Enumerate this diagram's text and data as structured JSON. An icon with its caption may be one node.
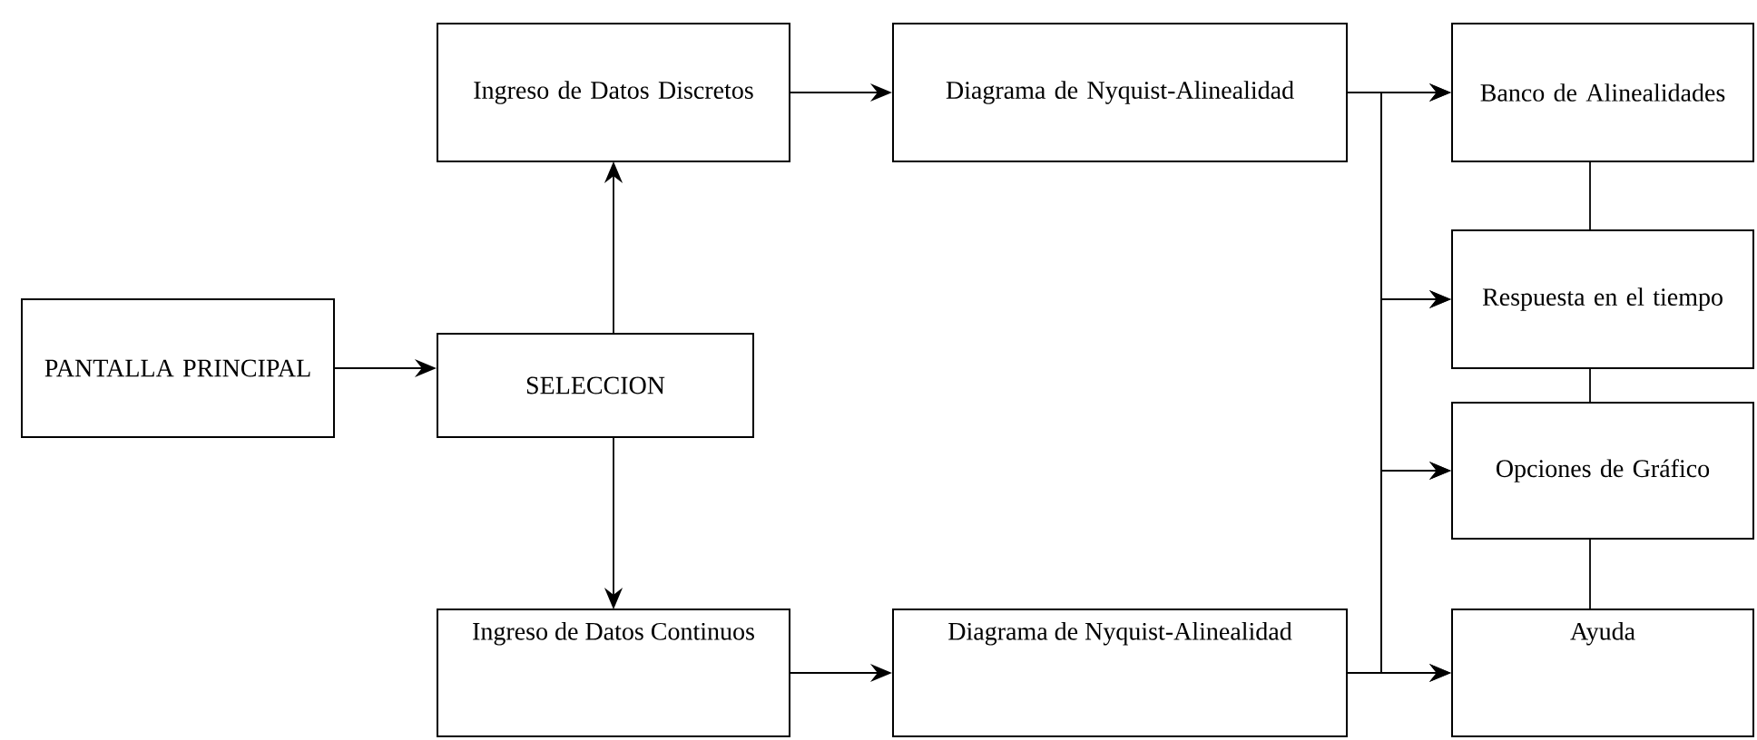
{
  "diagram": {
    "nodes": [
      {
        "text": [
          "PANTALLA PRINCIPAL"
        ]
      },
      {
        "text": [
          "SELECCION"
        ]
      },
      {
        "text": [
          "Ingreso de Datos Discretos"
        ]
      },
      {
        "text": [
          "Ingreso de Datos Continuos"
        ]
      },
      {
        "text": [
          "Diagrama de Nyquist-Alinealidad"
        ]
      },
      {
        "text": [
          "Diagrama de Nyquist-Alinealidad"
        ]
      },
      {
        "text": [
          "Banco de Alinealidades"
        ]
      },
      {
        "text": [
          "Respuesta en el tiempo"
        ]
      },
      {
        "text": [
          "Opciones de Gráfico"
        ]
      },
      {
        "text": [
          "Ayuda"
        ]
      }
    ],
    "edges": [
      {
        "from": 0,
        "to": 1,
        "arrow": "to"
      },
      {
        "from": 1,
        "to": 2,
        "arrow": "to"
      },
      {
        "from": 1,
        "to": 3,
        "arrow": "to"
      },
      {
        "from": 2,
        "to": 4,
        "arrow": "to"
      },
      {
        "from": 3,
        "to": 5,
        "arrow": "to"
      },
      {
        "from": 4,
        "to": 6,
        "arrow": "to"
      },
      {
        "from": 4,
        "to": 7,
        "arrow": "to"
      },
      {
        "from": 4,
        "to": 8,
        "arrow": "to"
      },
      {
        "from": 4,
        "to": 9,
        "arrow": "to"
      },
      {
        "from": 5,
        "to": 6,
        "arrow": "to"
      },
      {
        "from": 5,
        "to": 7,
        "arrow": "to"
      },
      {
        "from": 5,
        "to": 8,
        "arrow": "to"
      },
      {
        "from": 5,
        "to": 9,
        "arrow": "to"
      },
      {
        "from": 6,
        "to": 7,
        "arrow": "none"
      },
      {
        "from": 7,
        "to": 8,
        "arrow": "none"
      },
      {
        "from": 8,
        "to": 9,
        "arrow": "none"
      }
    ]
  }
}
